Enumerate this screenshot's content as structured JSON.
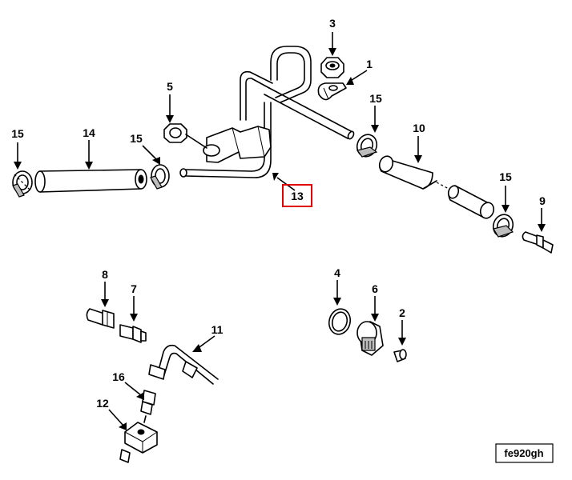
{
  "callouts": {
    "c1": "1",
    "c2": "2",
    "c3": "3",
    "c4": "4",
    "c5": "5",
    "c6": "6",
    "c7": "7",
    "c8": "8",
    "c9": "9",
    "c10": "10",
    "c11": "11",
    "c12": "12",
    "c13": "13",
    "c14": "14",
    "c15a": "15",
    "c15b": "15",
    "c15c": "15",
    "c15d": "15",
    "c16": "16"
  },
  "highlighted_callout": "13",
  "highlight_color": "#e00000",
  "figure_code": "fe920gh"
}
